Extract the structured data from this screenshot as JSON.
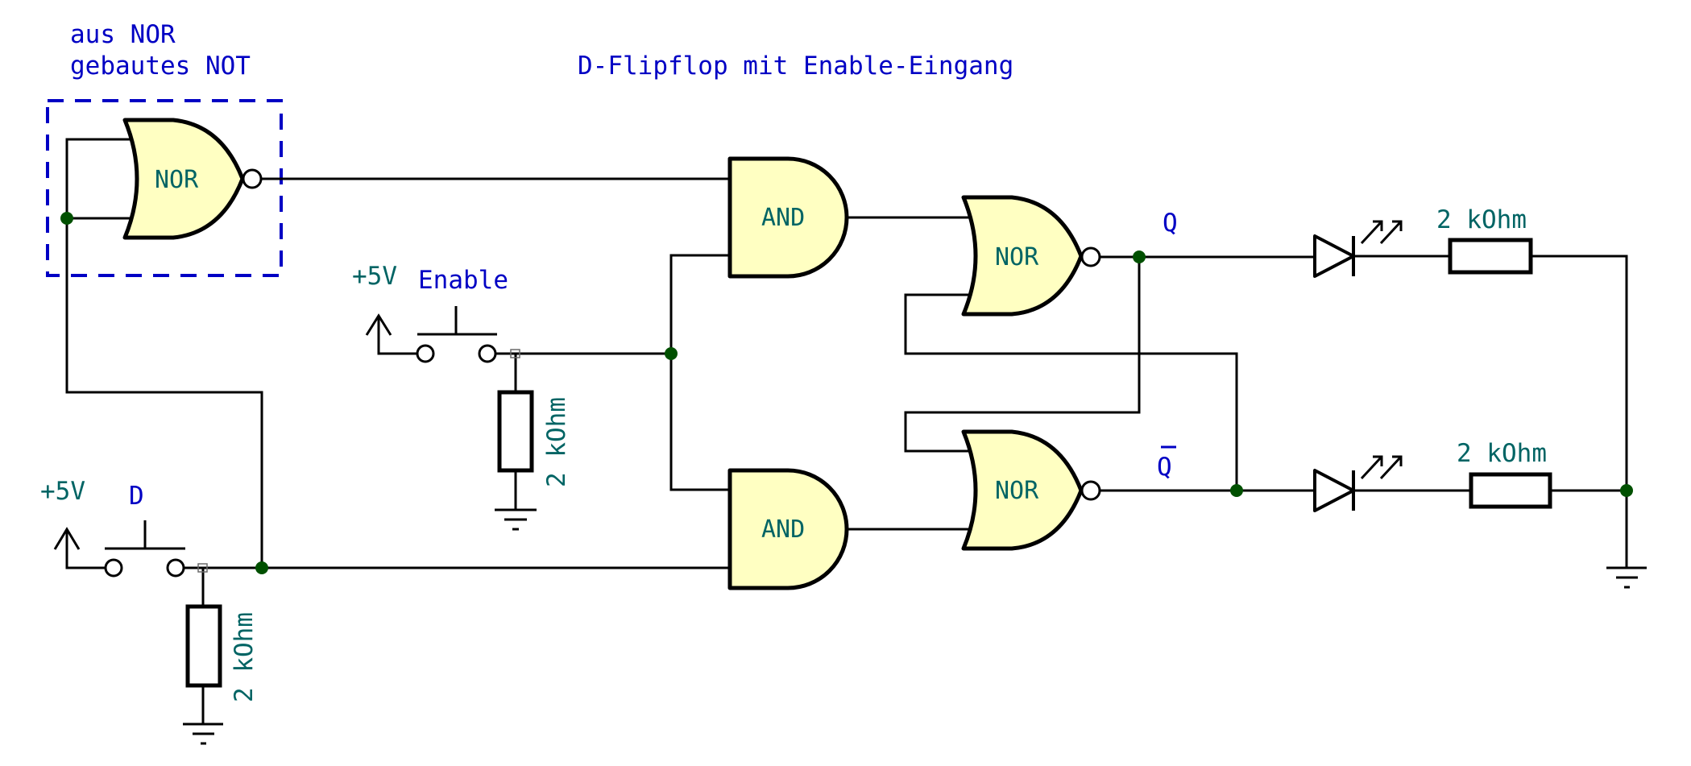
{
  "title": "D-Flipflop mit Enable-Eingang",
  "annotation": {
    "line1": "aus NOR",
    "line2": "gebautes NOT"
  },
  "gates": {
    "not_nor": "NOR",
    "and_top": "AND",
    "and_bottom": "AND",
    "nor_top": "NOR",
    "nor_bottom": "NOR"
  },
  "inputs": {
    "enable": {
      "supply": "+5V",
      "label": "Enable",
      "pulldown": "2 kOhm"
    },
    "d": {
      "supply": "+5V",
      "label": "D",
      "pulldown": "2 kOhm"
    }
  },
  "outputs": {
    "q": {
      "label": "Q",
      "led_resistor": "2 kOhm"
    },
    "q_bar": {
      "label": "Q",
      "overline": true,
      "led_resistor": "2 kOhm"
    }
  },
  "colors": {
    "gate_fill": "#ffffc2",
    "label_blue": "#0000c4",
    "value_teal": "#006464",
    "junction": "#005000"
  }
}
